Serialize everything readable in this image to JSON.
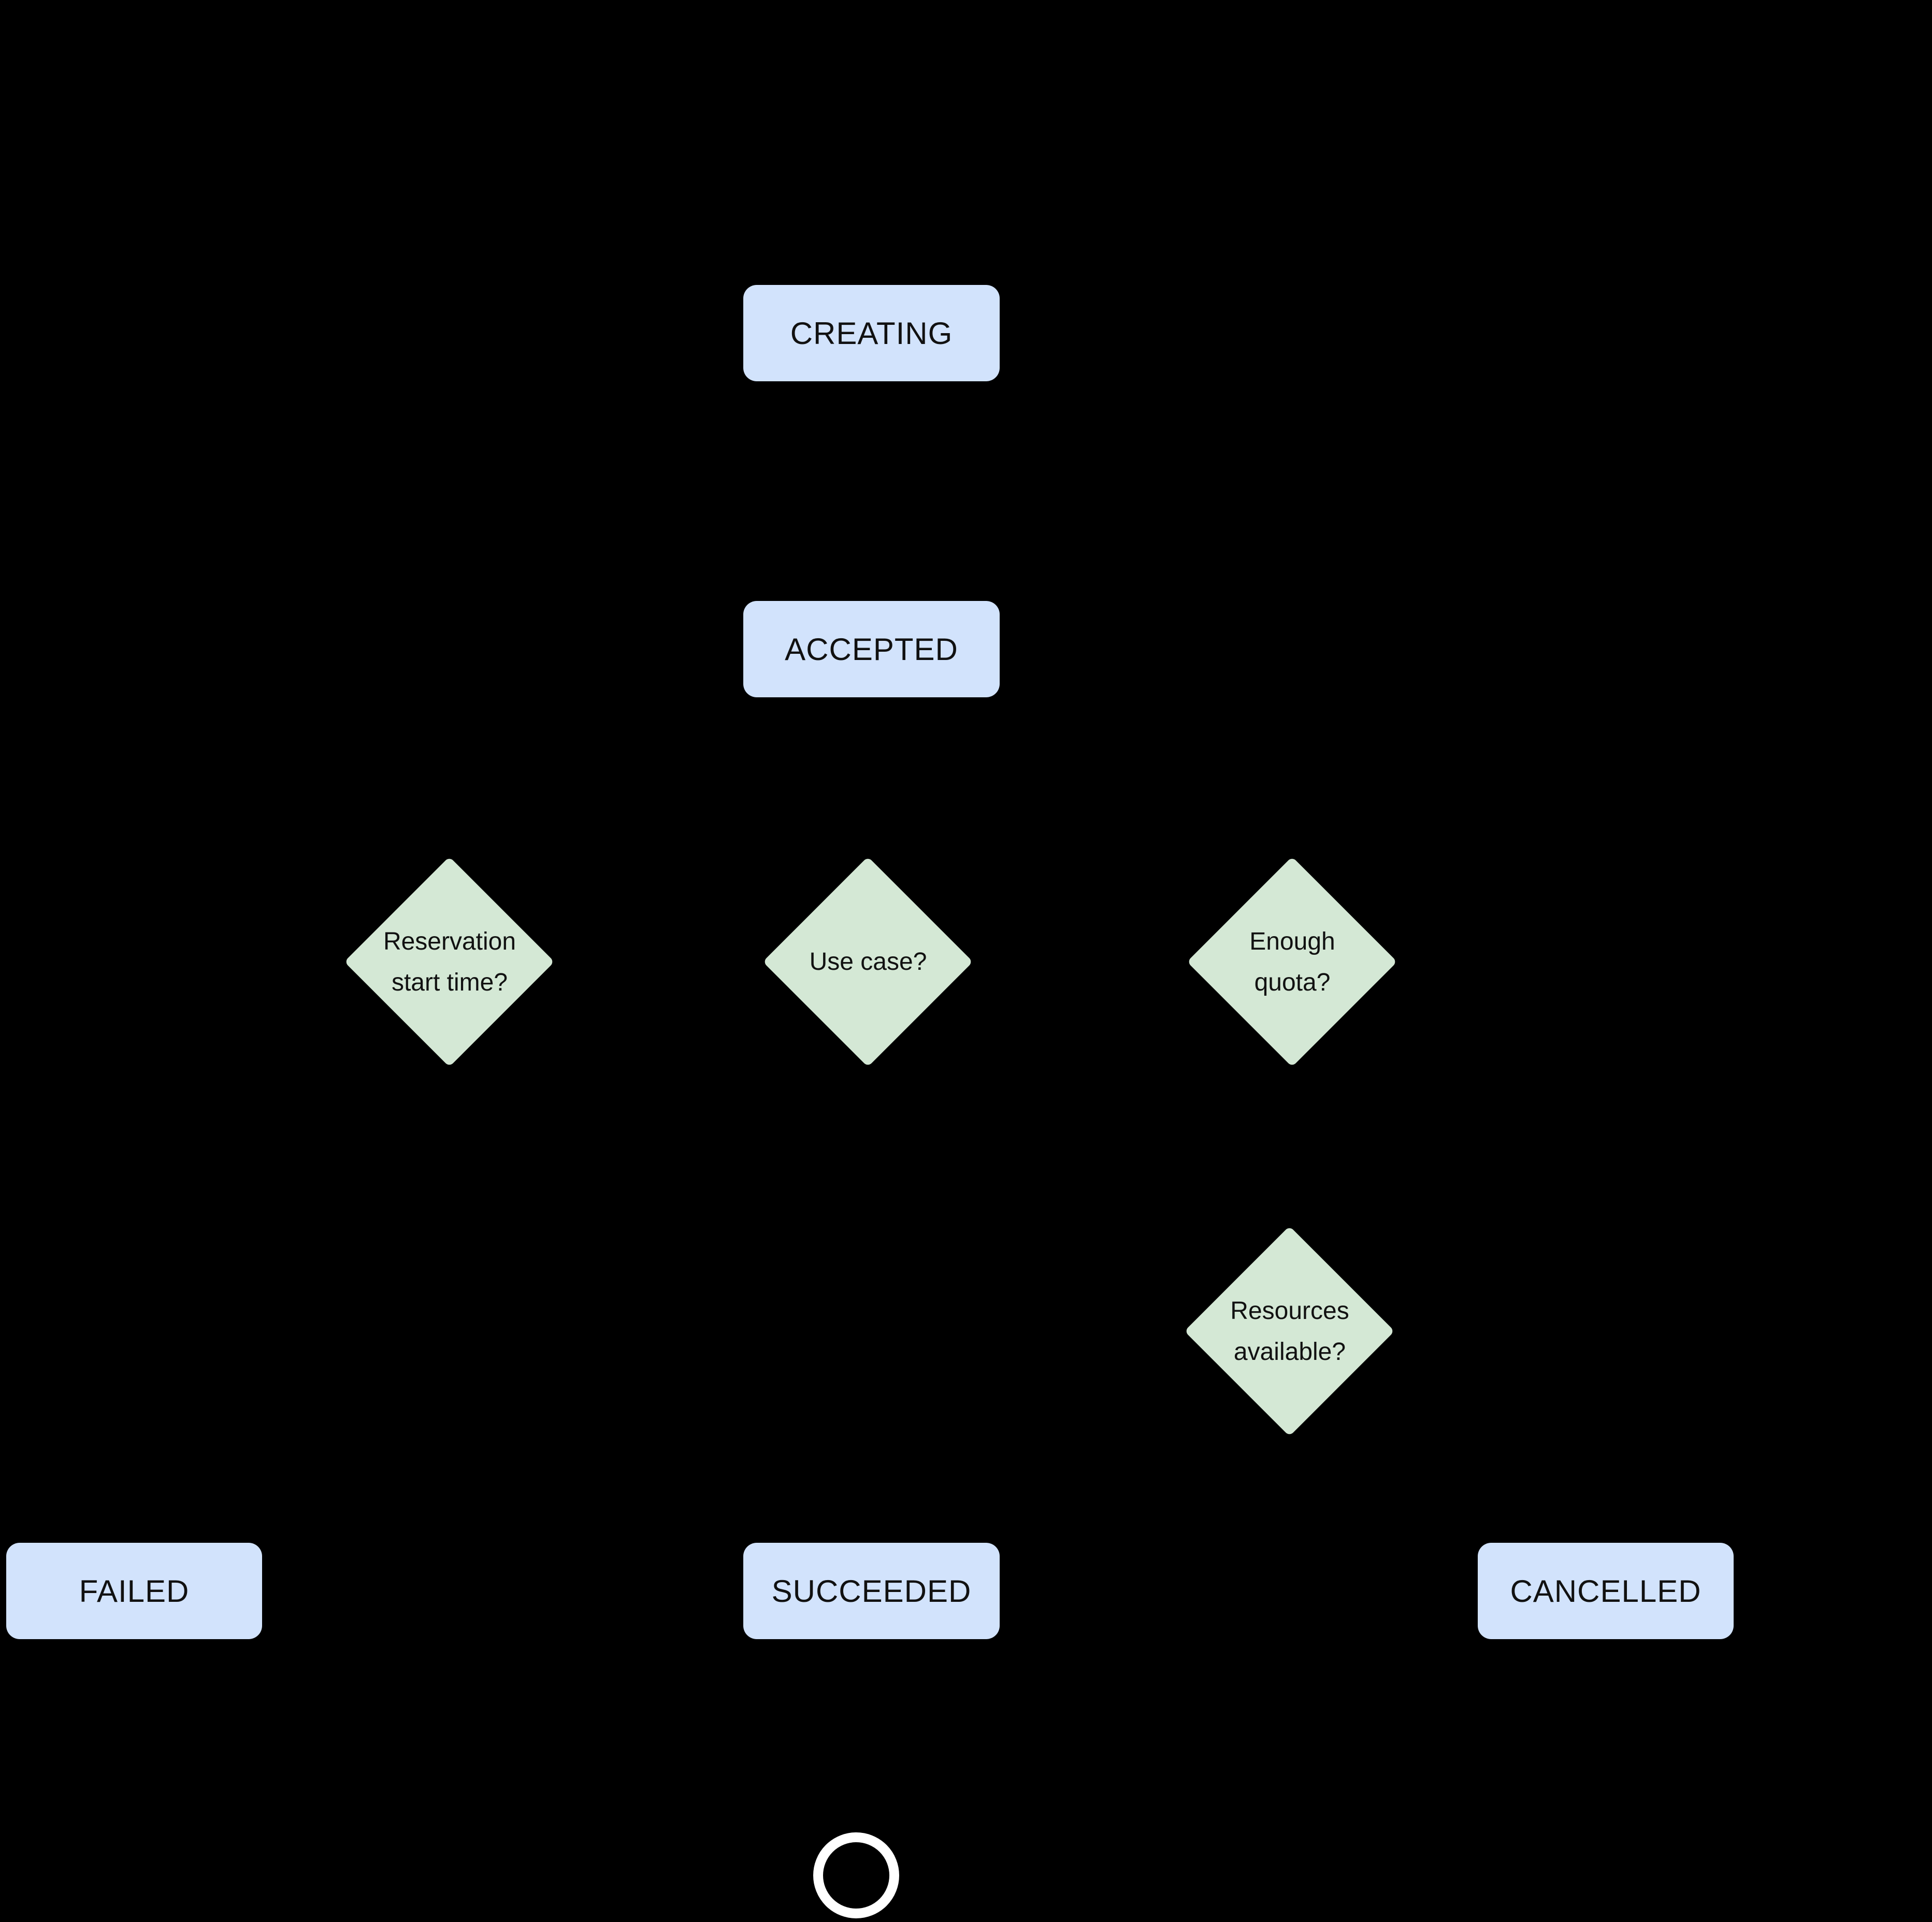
{
  "diagram": {
    "colors": {
      "background": "#000000",
      "state_fill": "#d2e3fc",
      "decision_fill": "#d4e8d5",
      "label": "#111111",
      "end_ring": "#ffffff"
    },
    "states": {
      "creating": "CREATING",
      "accepted": "ACCEPTED",
      "failed": "FAILED",
      "succeeded": "SUCCEEDED",
      "cancelled": "CANCELLED"
    },
    "decisions": {
      "reservation_start_time": {
        "line1": "Reservation",
        "line2": "start time?"
      },
      "use_case": {
        "line1": "Use case?"
      },
      "enough_quota": {
        "line1": "Enough",
        "line2": "quota?"
      },
      "resources_available": {
        "line1": "Resources",
        "line2": "available?"
      }
    }
  }
}
